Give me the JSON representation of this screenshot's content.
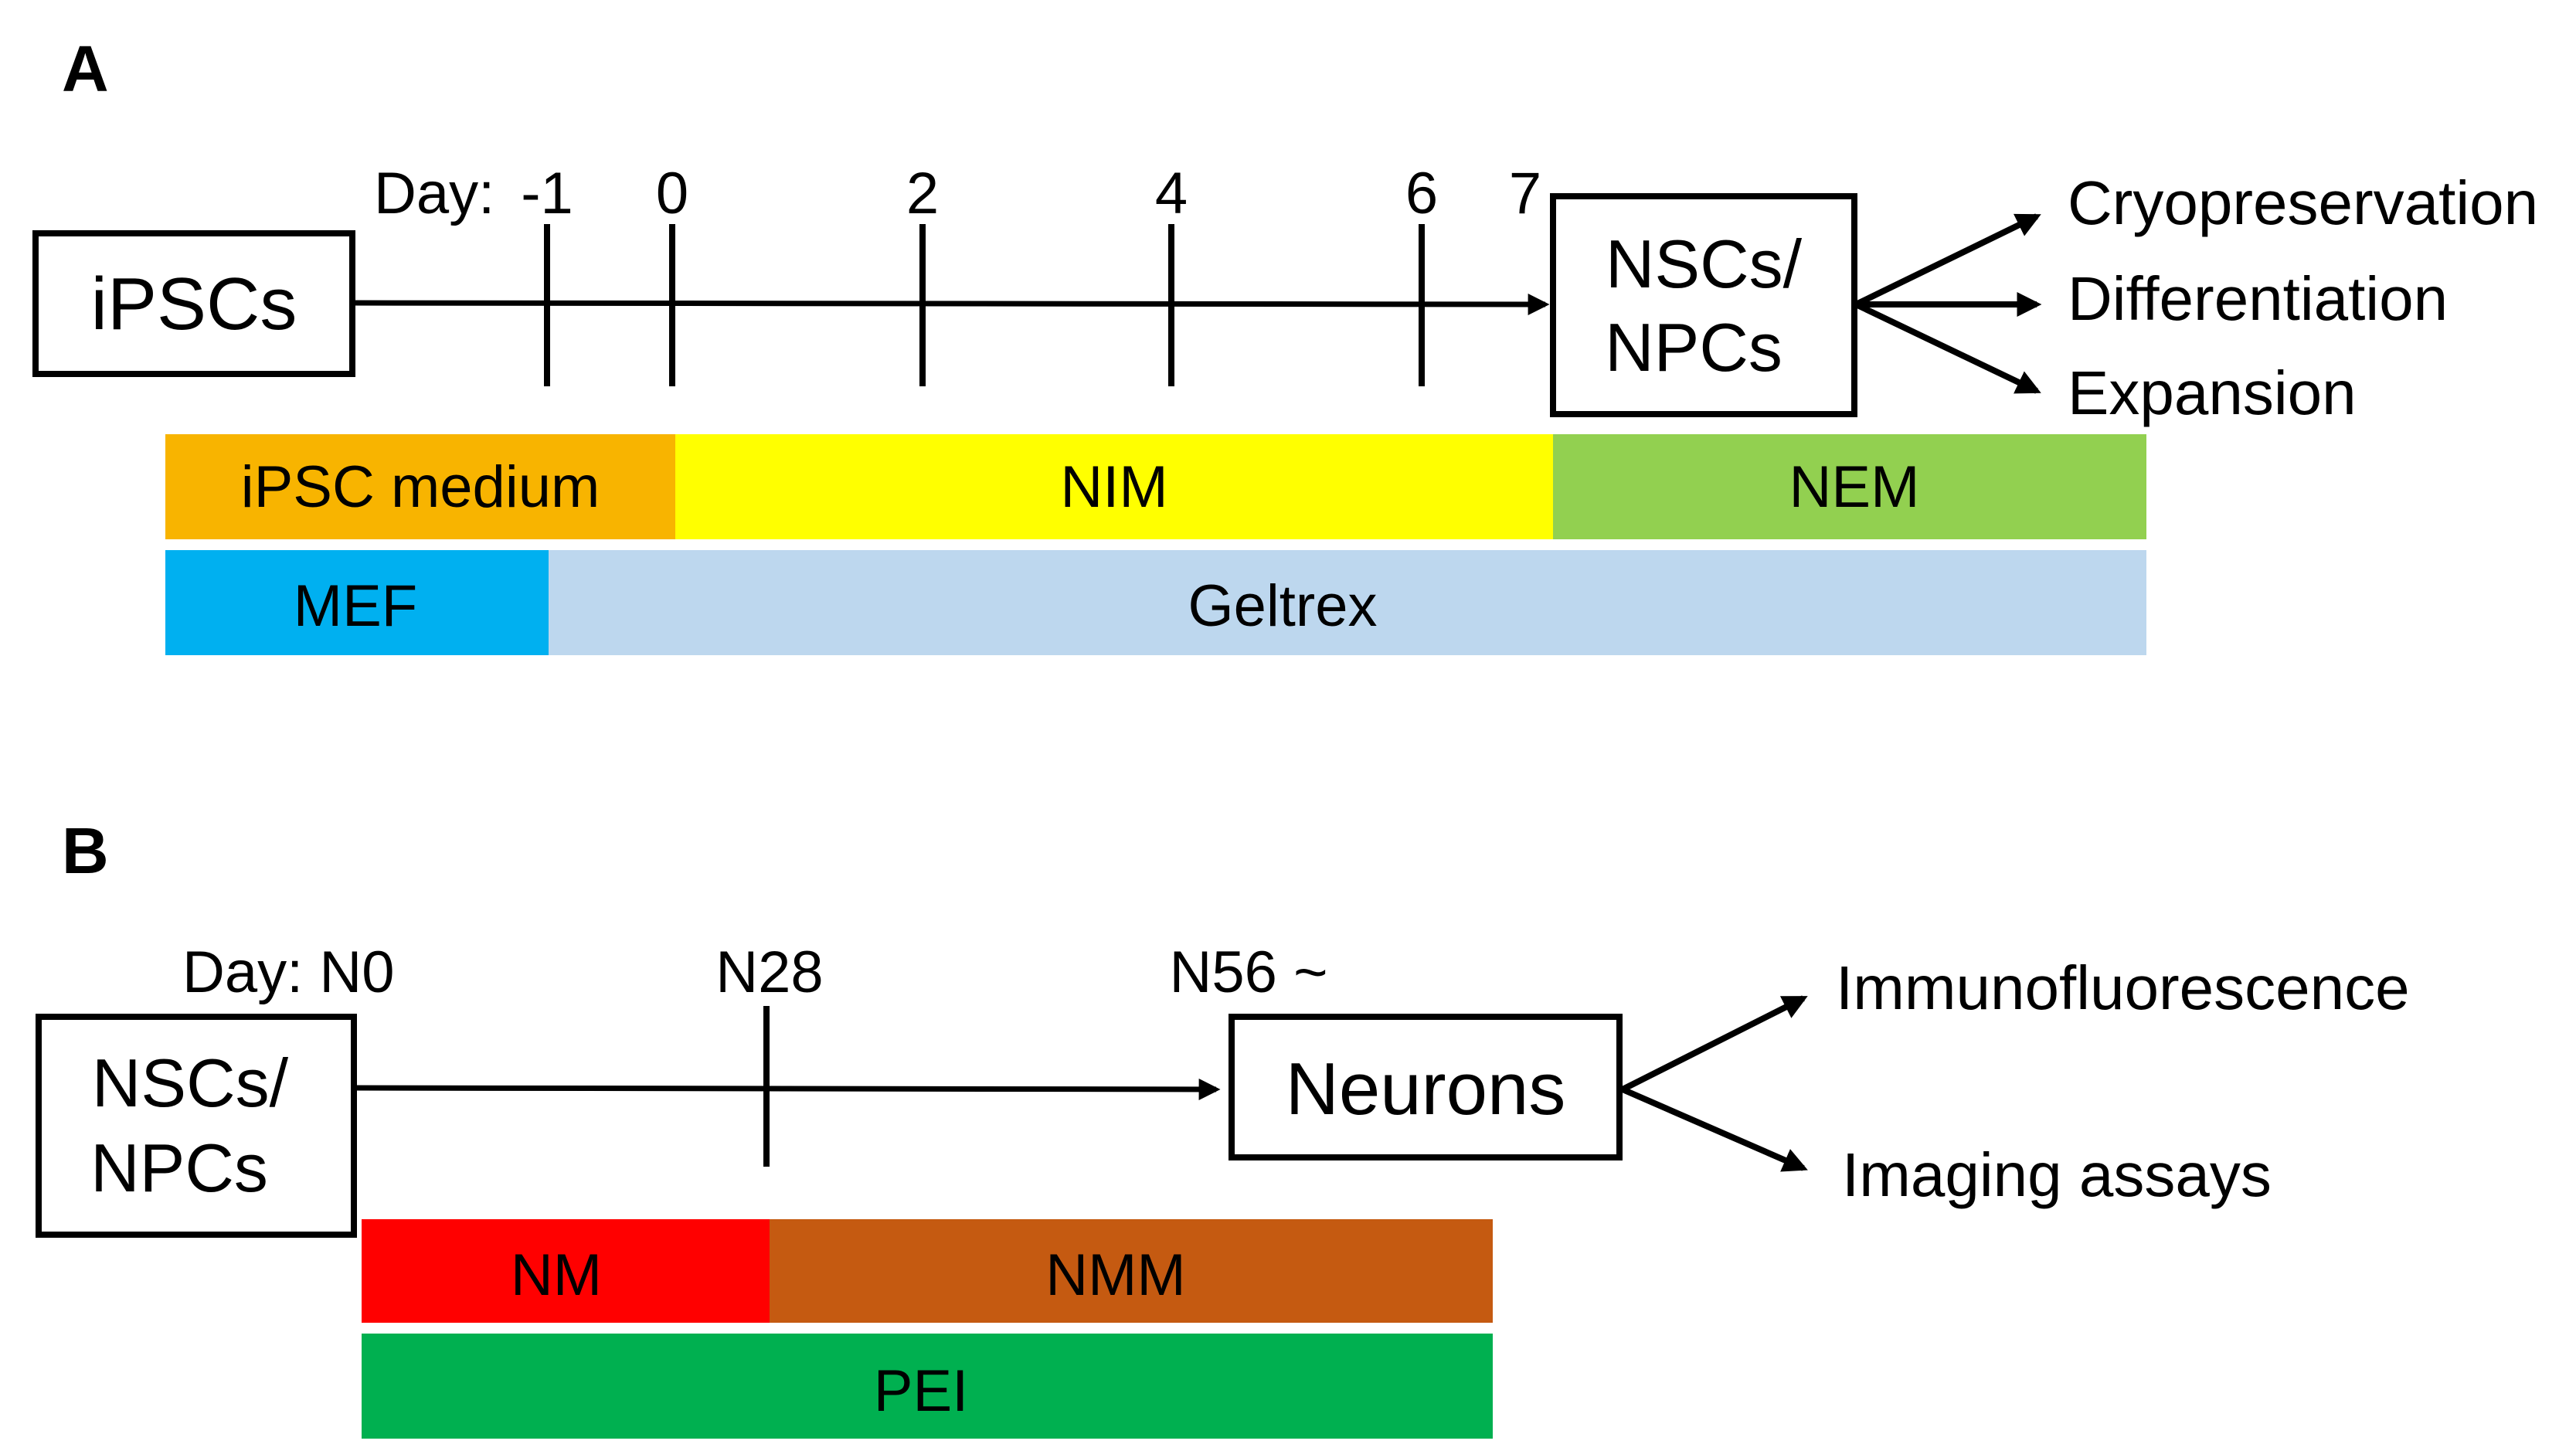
{
  "panels": [
    {
      "letter": "A",
      "day_prefix": "Day:",
      "ticks": [
        "-1",
        "0",
        "2",
        "4",
        "6",
        "7"
      ],
      "start_box": {
        "label": "iPSCs"
      },
      "end_box": {
        "line1": "NSCs/",
        "line2": "NPCs"
      },
      "outputs": [
        "Cryopreservation",
        "Differentiation",
        "Expansion"
      ],
      "medium_bars": [
        {
          "label": "iPSC medium",
          "color": "#F8B400"
        },
        {
          "label": "NIM",
          "color": "#FFFF00"
        },
        {
          "label": "NEM",
          "color": "#92D050"
        }
      ],
      "substrate_bars": [
        {
          "label": "MEF",
          "color": "#00B0F0"
        },
        {
          "label": "Geltrex",
          "color": "#BDD7EE"
        }
      ]
    },
    {
      "letter": "B",
      "ticks": [
        "Day: N0",
        "N28",
        "N56 ~"
      ],
      "start_box": {
        "line1": "NSCs/",
        "line2": "NPCs"
      },
      "end_box": {
        "label": "Neurons"
      },
      "outputs": [
        "Immunofluorescence",
        "Imaging assays"
      ],
      "medium_bars": [
        {
          "label": "NM",
          "color": "#FF0000"
        },
        {
          "label": "NMM",
          "color": "#C55A11"
        }
      ],
      "substrate_bars": [
        {
          "label": "PEI",
          "color": "#00B050"
        }
      ]
    }
  ]
}
